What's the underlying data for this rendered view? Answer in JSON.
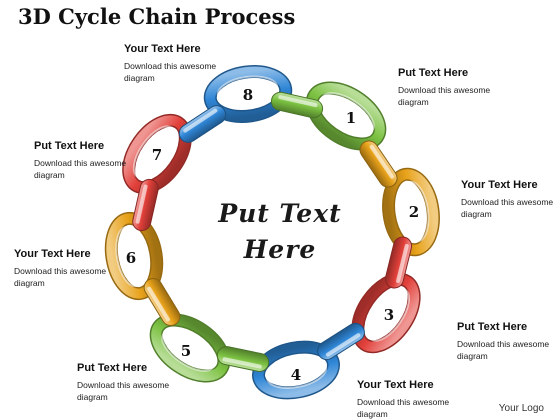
{
  "title": "3D Cycle Chain Process",
  "center_text": [
    "Put Text",
    "Here"
  ],
  "logo": "Your Logo",
  "links": [
    {
      "number": "1",
      "color": "#7cc242"
    },
    {
      "number": "2",
      "color": "#e8a21a"
    },
    {
      "number": "3",
      "color": "#e2403a"
    },
    {
      "number": "4",
      "color": "#2f86d6"
    },
    {
      "number": "5",
      "color": "#7cc242"
    },
    {
      "number": "6",
      "color": "#e8a21a"
    },
    {
      "number": "7",
      "color": "#e2403a"
    },
    {
      "number": "8",
      "color": "#2f86d6"
    }
  ],
  "connector_colors": [
    "#e8a21a",
    "#e2403a",
    "#2f86d6",
    "#7cc242",
    "#e8a21a",
    "#e2403a",
    "#2f86d6",
    "#7cc242"
  ],
  "labels": [
    {
      "heading": "Put Text Here",
      "body": "Download this awesome diagram"
    },
    {
      "heading": "Your Text Here",
      "body": "Download this awesome diagram"
    },
    {
      "heading": "Put Text Here",
      "body": "Download this awesome diagram"
    },
    {
      "heading": "Your Text Here",
      "body": "Download this awesome diagram"
    },
    {
      "heading": "Put Text Here",
      "body": "Download this awesome diagram"
    },
    {
      "heading": "Your Text Here",
      "body": "Download this awesome diagram"
    },
    {
      "heading": "Put Text Here",
      "body": "Download this awesome diagram"
    },
    {
      "heading": "Your Text Here",
      "body": "Download this awesome diagram"
    }
  ]
}
